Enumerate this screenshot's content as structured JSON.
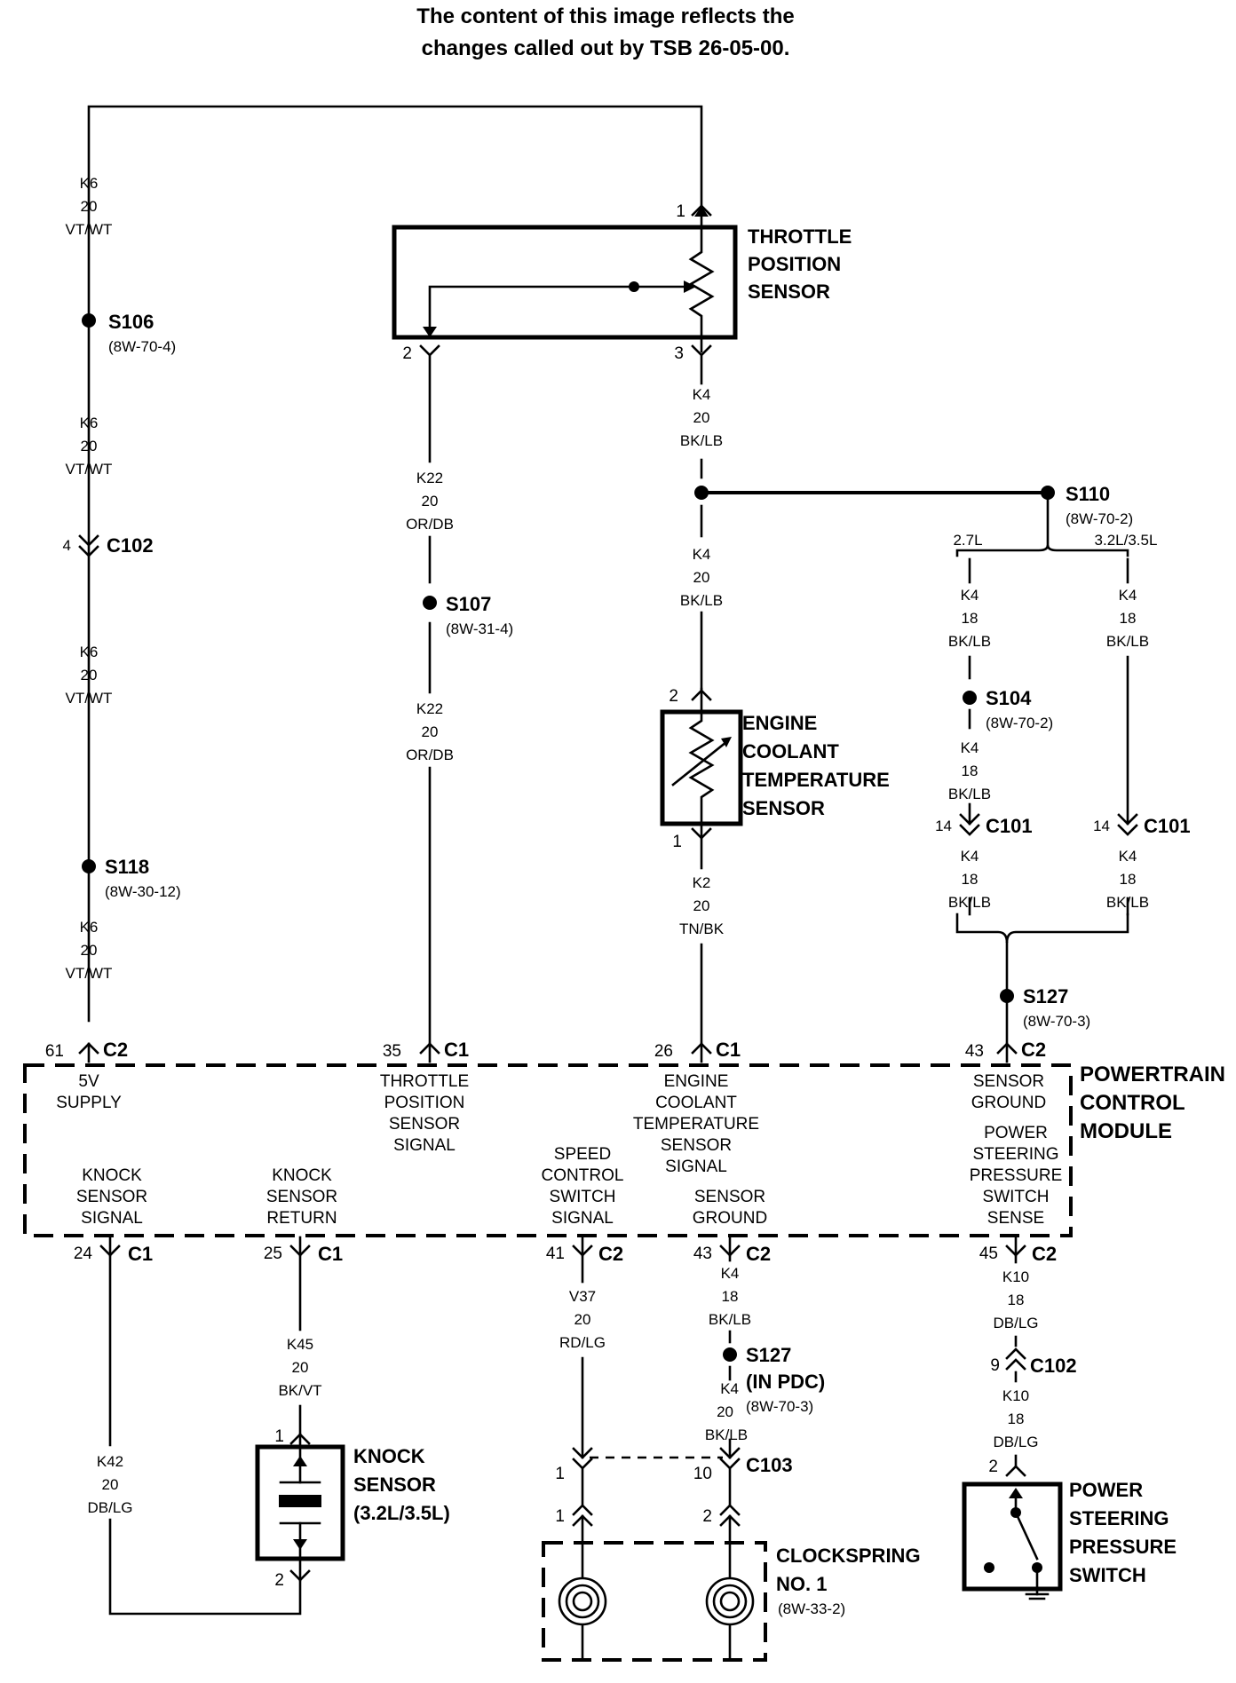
{
  "header": {
    "line1": "The content of this image reflects the",
    "line2": "changes called out by TSB 26-05-00."
  },
  "components": {
    "tps": [
      "THROTTLE",
      "POSITION",
      "SENSOR"
    ],
    "ects": [
      "ENGINE",
      "COOLANT",
      "TEMPERATURE",
      "SENSOR"
    ],
    "pcm": [
      "POWERTRAIN",
      "CONTROL",
      "MODULE"
    ],
    "knock": [
      "KNOCK",
      "SENSOR",
      "(3.2L/3.5L)"
    ],
    "clockspring": [
      "CLOCKSPRING",
      "NO. 1"
    ],
    "clockspring_ref": "(8W-33-2)",
    "psps": [
      "POWER",
      "STEERING",
      "PRESSURE",
      "SWITCH"
    ]
  },
  "splices": {
    "s106": {
      "name": "S106",
      "ref": "(8W-70-4)"
    },
    "s118": {
      "name": "S118",
      "ref": "(8W-30-12)"
    },
    "s107": {
      "name": "S107",
      "ref": "(8W-31-4)"
    },
    "s110": {
      "name": "S110",
      "ref": "(8W-70-2)"
    },
    "s104": {
      "name": "S104",
      "ref": "(8W-70-2)"
    },
    "s127a": {
      "name": "S127",
      "ref": "(8W-70-3)"
    },
    "s127b": {
      "name": "S127",
      "sub": "(IN PDC)",
      "ref": "(8W-70-3)"
    }
  },
  "connectors": {
    "c102": "C102",
    "c101": "C101",
    "c1": "C1",
    "c2": "C2",
    "c103": "C103"
  },
  "pins": {
    "tps1": "1",
    "tps2": "2",
    "tps3": "3",
    "ects2": "2",
    "ects1": "1",
    "c102_top": "4",
    "c101_left": "14",
    "c101_right": "14",
    "pcm61": "61",
    "pcm35": "35",
    "pcm26": "26",
    "pcm43a": "43",
    "pcm24": "24",
    "pcm25": "25",
    "pcm41": "41",
    "pcm43b": "43",
    "pcm45": "45",
    "c102_bot": "9",
    "knock1": "1",
    "knock2": "2",
    "c103_1": "1",
    "c103_10": "10",
    "cs1": "1",
    "cs2": "2",
    "psps2": "2"
  },
  "wires": {
    "k6": [
      "K6",
      "20",
      "VT/WT"
    ],
    "k22": [
      "K22",
      "20",
      "OR/DB"
    ],
    "k4_20": [
      "K4",
      "20",
      "BK/LB"
    ],
    "k4_18": [
      "K4",
      "18",
      "BK/LB"
    ],
    "k2": [
      "K2",
      "20",
      "TN/BK"
    ],
    "k45": [
      "K45",
      "20",
      "BK/VT"
    ],
    "k42": [
      "K42",
      "20",
      "DB/LG"
    ],
    "v37": [
      "V37",
      "20",
      "RD/LG"
    ],
    "k10": [
      "K10",
      "18",
      "DB/LG"
    ],
    "k4_lower": [
      "K4",
      "20",
      "BK/LB"
    ]
  },
  "engine_options": {
    "left": "2.7L",
    "right": "3.2L/3.5L"
  },
  "pcm_pins_text": {
    "supply": [
      "5V",
      "SUPPLY"
    ],
    "tps_signal": [
      "THROTTLE",
      "POSITION",
      "SENSOR",
      "SIGNAL"
    ],
    "ect_signal": [
      "ENGINE",
      "COOLANT",
      "TEMPERATURE",
      "SENSOR",
      "SIGNAL"
    ],
    "sensor_ground": [
      "SENSOR",
      "GROUND"
    ],
    "ps_sense": [
      "POWER",
      "STEERING",
      "PRESSURE",
      "SWITCH",
      "SENSE"
    ],
    "knock_signal": [
      "KNOCK",
      "SENSOR",
      "SIGNAL"
    ],
    "knock_return": [
      "KNOCK",
      "SENSOR",
      "RETURN"
    ],
    "speed_control": [
      "SPEED",
      "CONTROL",
      "SWITCH",
      "SIGNAL"
    ],
    "sensor_ground2": [
      "SENSOR",
      "GROUND"
    ]
  }
}
